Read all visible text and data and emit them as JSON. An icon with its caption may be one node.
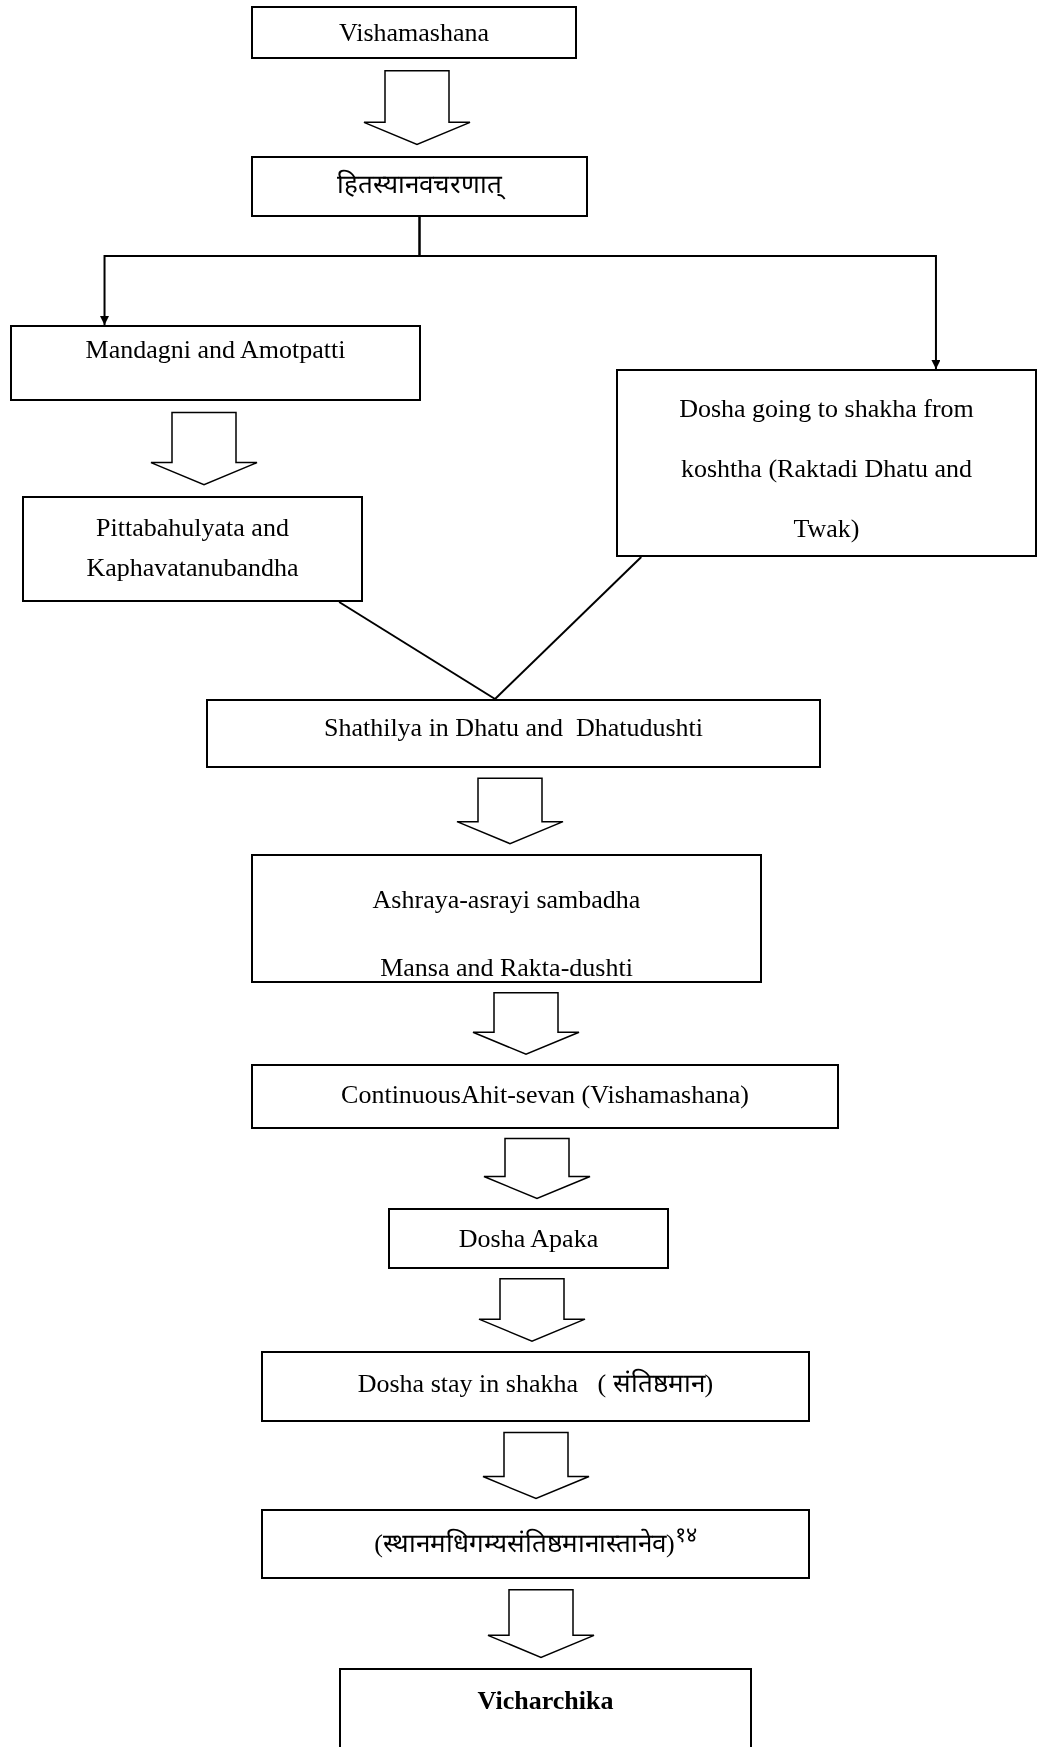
{
  "diagram": {
    "nodes": [
      {
        "text": [
          "Vishamashana"
        ]
      },
      {
        "text": [
          "हितस्यानवचरणात्"
        ]
      },
      {
        "text": [
          "Mandagni and Amotpatti"
        ]
      },
      {
        "text": [
          "Pittabahulyata and Kaphavatanubandha"
        ]
      },
      {
        "text": [
          "Dosha going to shakha from koshtha (Raktadi Dhatu and Twak)"
        ]
      },
      {
        "text": [
          "Shathilya in Dhatu and  Dhatudushti"
        ]
      },
      {
        "text": [
          "Ashraya-asrayi sambadha Mansa and Rakta-dushti"
        ]
      },
      {
        "text": [
          "ContinuousAhit-sevan (Vishamashana)"
        ]
      },
      {
        "text": [
          "Dosha Apaka"
        ]
      },
      {
        "text": [
          "Dosha stay in shakha   ( संतिष्ठमान)"
        ]
      },
      {
        "text": [
          "(स्थानमधिगम्यसंतिष्ठमानास्तानेव)$^{१४}$"
        ]
      },
      {
        "text": [
          "Vicharchika"
        ]
      }
    ],
    "edges": [
      {
        "from": 0,
        "to": 1,
        "arrow": "to"
      },
      {
        "from": 1,
        "to": 2,
        "arrow": "to"
      },
      {
        "from": 1,
        "to": 4,
        "arrow": "to"
      },
      {
        "from": 2,
        "to": 3,
        "arrow": "to"
      },
      {
        "from": 3,
        "to": 5,
        "arrow": "none"
      },
      {
        "from": 4,
        "to": 5,
        "arrow": "none"
      },
      {
        "from": 5,
        "to": 6,
        "arrow": "to"
      },
      {
        "from": 6,
        "to": 7,
        "arrow": "to"
      },
      {
        "from": 7,
        "to": 8,
        "arrow": "to"
      },
      {
        "from": 8,
        "to": 9,
        "arrow": "to"
      },
      {
        "from": 9,
        "to": 10,
        "arrow": "to"
      },
      {
        "from": 10,
        "to": 11,
        "arrow": "to"
      }
    ]
  }
}
